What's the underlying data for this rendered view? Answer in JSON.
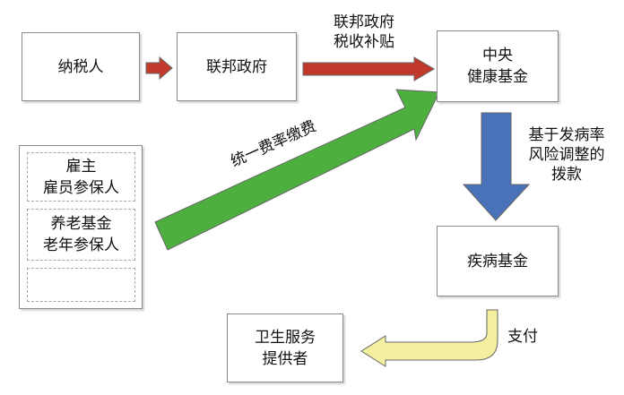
{
  "nodes": {
    "taxpayer": "纳税人",
    "federal_gov": "联邦政府",
    "central_fund": {
      "line1": "中央",
      "line2": "健康基金"
    },
    "sickness_fund": "疾病基金",
    "provider": {
      "line1": "卫生服务",
      "line2": "提供者"
    },
    "contributors": {
      "group1": {
        "line1": "雇主",
        "line2": "雇员参保人"
      },
      "group2": {
        "line1": "养老基金",
        "line2": "老年参保人"
      },
      "group3": ""
    }
  },
  "edges": {
    "federal_subsidy": {
      "line1": "联邦政府",
      "line2": "税收补贴"
    },
    "uniform_contribution": "统一费率缴费",
    "risk_adjusted": {
      "line1": "基于发病率",
      "line2": "风险调整的",
      "line3": "拨款"
    },
    "payment": "支付"
  },
  "colors": {
    "red_arrow": "#c0392b",
    "green_arrow": "#4caf3e",
    "blue_arrow": "#4a72b8",
    "yellow_arrow": "#f5f0a0",
    "arrow_outline": "#666666"
  }
}
